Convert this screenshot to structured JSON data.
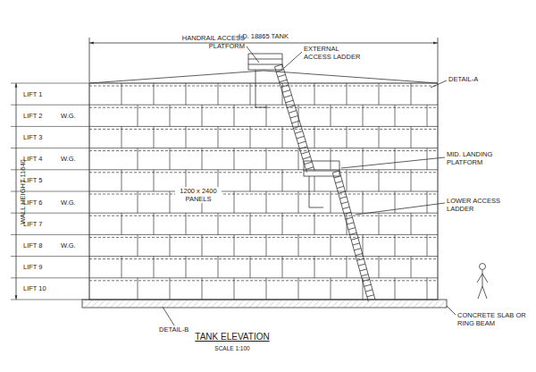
{
  "diagram": {
    "title": "TANK ELEVATION",
    "caption": "SCALE 1:100",
    "labels": [
      "I.D. 18865 TANK",
      "HANDRAIL ACCESS PLATFORM",
      "EXTERNAL ACCESS LADDER",
      "DETAIL-A",
      "LIFT 1",
      "LIFT 2",
      "LIFT 3",
      "LIFT 4",
      "LIFT 5",
      "LIFT 6",
      "LIFT 7",
      "LIFT 8",
      "LIFT 9",
      "LIFT 10",
      "W.G.",
      "W.G.",
      "W.G.",
      "W.G.",
      "WALL HEIGHT 11640",
      "MID. LANDING PLATFORM",
      "1200 x 2400 PANELS",
      "LOWER ACCESS LADDER",
      "DETAIL-B",
      "CONCRETE SLAB OR RING BEAM"
    ]
  }
}
